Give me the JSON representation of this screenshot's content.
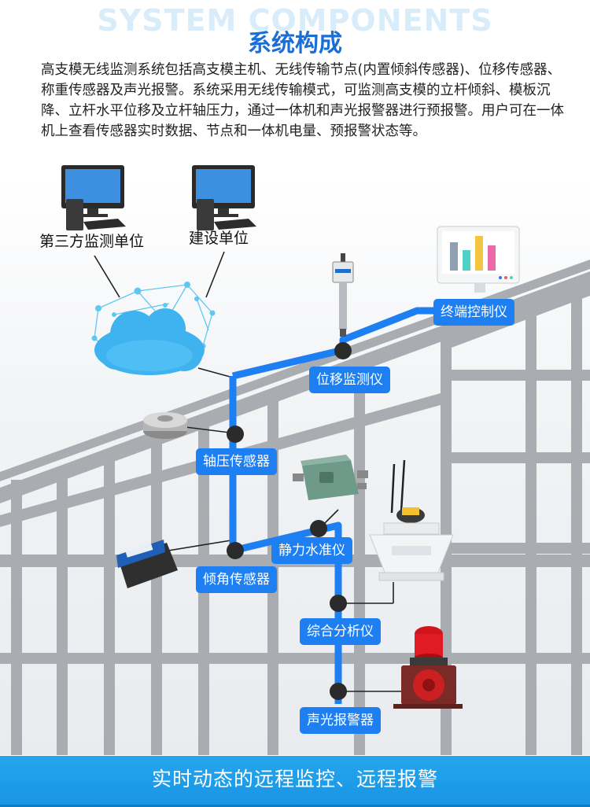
{
  "header": {
    "watermark": "SYSTEM COMPONENTS",
    "title": "系统构成",
    "description": "高支模无线监测系统包括高支模主机、无线传输节点(内置倾斜传感器)、位移传感器、称重传感器及声光报警。系统采用无线传输模式，可监测高支模的立杆倾斜、模板沉降、立杆水平位移及立杆轴压力，通过一体机和声光报警器进行预报警。用户可在一体机上查看传感器实时数据、节点和一体机电量、预报警状态等。"
  },
  "parties": {
    "third_party": "第三方监测单位",
    "builder": "建设单位"
  },
  "components": {
    "terminal": "终端控制仪",
    "displacement": "位移监测仪",
    "axial": "轴压传感器",
    "level": "静力水准仪",
    "tilt": "倾角传感器",
    "analyzer": "综合分析仪",
    "alarm": "声光报警器"
  },
  "footer": {
    "slogan": "实时动态的远程监控、远程报警"
  },
  "colors": {
    "accent": "#1e7ff2",
    "title": "#1a6fd6",
    "footer": "#1a9be8",
    "node": "#2b2b2b",
    "scaffold": "#a9adb2"
  }
}
